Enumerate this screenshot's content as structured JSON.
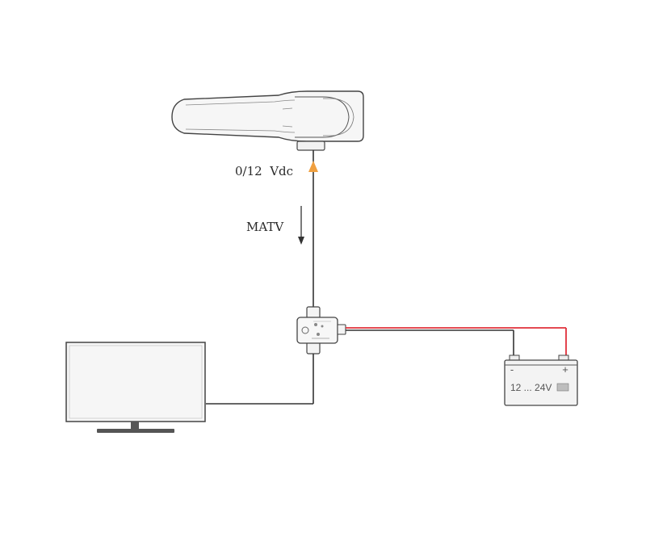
{
  "labels": {
    "voltage": "0/12  Vdc",
    "signal": "MATV",
    "battery_voltage": "12 ... 24V",
    "battery_negative": "-",
    "battery_positive": "+"
  },
  "colors": {
    "line": "#333333",
    "power_positive": "#e0303a",
    "voltage_arrow": "#f0a040",
    "device_fill": "#f4f4f4",
    "device_stroke": "#444444"
  }
}
